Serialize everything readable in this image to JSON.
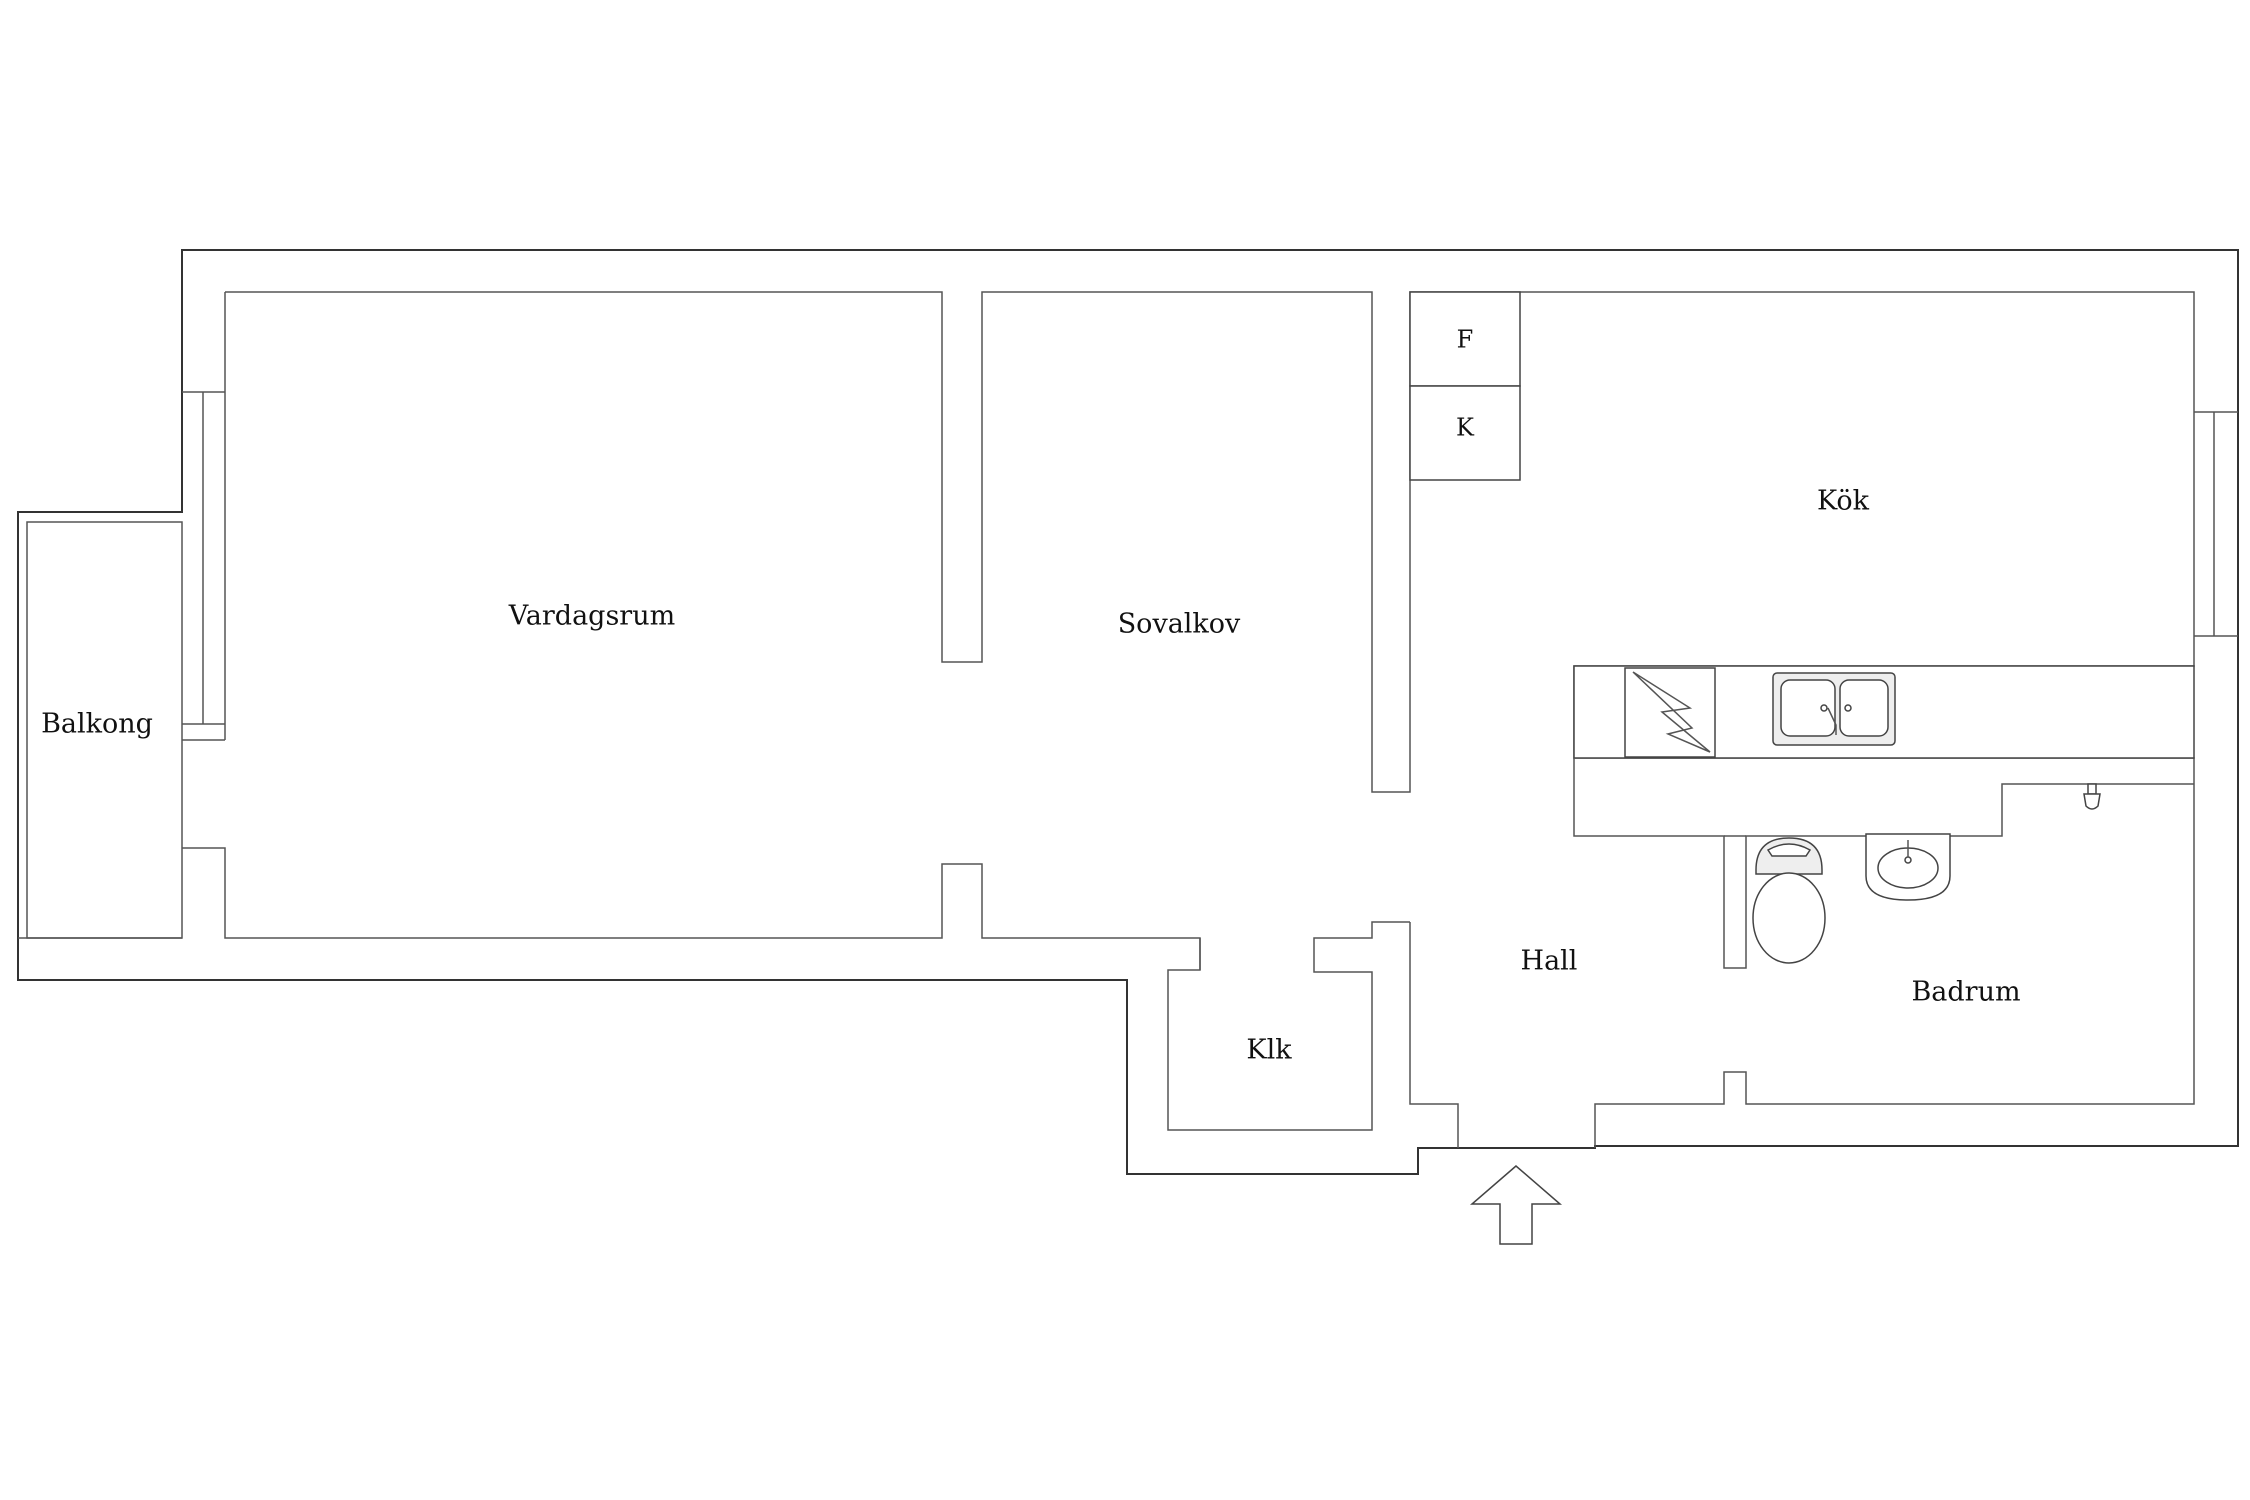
{
  "rooms": {
    "balcony": "Balkong",
    "living_room": "Vardagsrum",
    "alcove": "Sovalkov",
    "kitchen": "Kök",
    "hall": "Hall",
    "closet": "Klk",
    "bathroom": "Badrum"
  },
  "fixtures": {
    "freezer": "F",
    "fridge": "K"
  },
  "icons": {
    "entrance": "entrance-arrow-icon",
    "stove": "stove-icon",
    "sink": "double-sink-icon",
    "toilet": "toilet-icon",
    "washbasin": "washbasin-icon",
    "shower": "shower-head-icon"
  }
}
